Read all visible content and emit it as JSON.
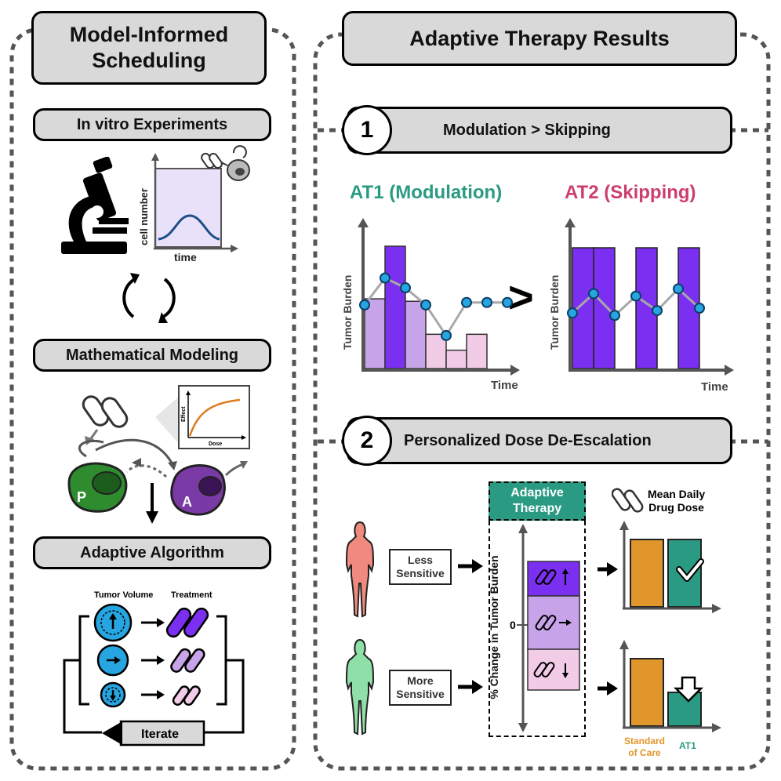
{
  "left_panel": {
    "title_line1": "Model-Informed",
    "title_line2": "Scheduling",
    "in_vitro": {
      "label": "In vitro Experiments",
      "chart_ylabel": "cell number",
      "chart_xlabel": "time"
    },
    "modeling": {
      "label": "Mathematical Modeling",
      "inset_ylabel": "Effect",
      "inset_xlabel": "Dose",
      "cell_p": "P",
      "cell_a": "A"
    },
    "algorithm": {
      "label": "Adaptive Algorithm",
      "col_tumor": "Tumor Volume",
      "col_treatment": "Treatment",
      "iterate": "Iterate"
    }
  },
  "right_panel": {
    "title": "Adaptive Therapy Results",
    "section1": {
      "number": "1",
      "title": "Modulation > Skipping",
      "at1_title": "AT1 (Modulation)",
      "at2_title": "AT2 (Skipping)",
      "comparator": ">"
    },
    "section2": {
      "number": "2",
      "title": "Personalized Dose De-Escalation",
      "less_line1": "Less",
      "less_line2": "Sensitive",
      "more_line1": "More",
      "more_line2": "Sensitive",
      "adaptive_line1": "Adaptive",
      "adaptive_line2": "Therapy",
      "axis_label": "% Change in Tumor Burden",
      "zero": "0",
      "dose_line1": "Mean Daily",
      "dose_line2": "Drug Dose",
      "soc_line1": "Standard",
      "soc_line2": "of Care",
      "at1_label": "AT1"
    }
  },
  "colors": {
    "header_fill": "#d9d9d9",
    "at1_teal": "#2a9a82",
    "at2_pink": "#cc3f6e",
    "purple_dark": "#7b2ff0",
    "purple_mid": "#c7a3ea",
    "purple_light": "#f2cbe6",
    "point_blue": "#26a5e0",
    "orange": "#e0962b",
    "teal_bar": "#2a9a82"
  },
  "chart_data": [
    {
      "type": "bar",
      "title": "AT1 (Modulation)",
      "ylabel": "Tumor Burden",
      "xlabel": "Time",
      "bars": [
        0.57,
        1.0,
        0.55,
        0.28,
        0.15,
        0.28
      ],
      "bar_colors": [
        "#c7a3ea",
        "#7b2ff0",
        "#c7a3ea",
        "#f2cbe6",
        "#f2cbe6",
        "#f2cbe6"
      ],
      "line_x": [
        0,
        1,
        2,
        3,
        4,
        5,
        6,
        7
      ],
      "line_y": [
        0.52,
        0.74,
        0.66,
        0.52,
        0.27,
        0.54,
        0.54,
        0.54
      ]
    },
    {
      "type": "bar",
      "title": "AT2 (Skipping)",
      "ylabel": "Tumor Burden",
      "xlabel": "Time",
      "bars": [
        1,
        1,
        0,
        1,
        0,
        1,
        0
      ],
      "bar_colors": [
        "#7b2ff0"
      ],
      "line_x": [
        0,
        1,
        2,
        3,
        4,
        5,
        6
      ],
      "line_y": [
        0.46,
        0.62,
        0.44,
        0.6,
        0.48,
        0.66,
        0.5
      ]
    },
    {
      "type": "bar",
      "title": "Mean Daily Drug Dose (Less Sensitive)",
      "categories": [
        "Standard of Care",
        "AT1"
      ],
      "values": [
        1.0,
        1.0
      ]
    },
    {
      "type": "bar",
      "title": "Mean Daily Drug Dose (More Sensitive)",
      "categories": [
        "Standard of Care",
        "AT1"
      ],
      "values": [
        1.0,
        0.5
      ]
    }
  ]
}
